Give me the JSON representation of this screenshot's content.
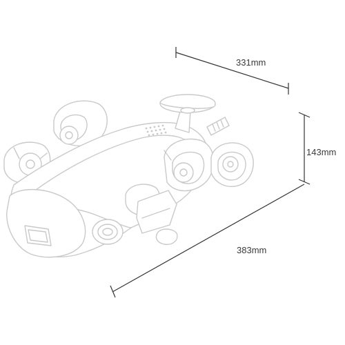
{
  "dimensions": {
    "width": {
      "label": "331mm"
    },
    "height": {
      "label": "143mm"
    },
    "length": {
      "label": "383mm"
    }
  },
  "colors": {
    "dimension_line": "#333333",
    "drawing_line": "#c9c9c9",
    "background": "#ffffff",
    "label_text": "#3a3a3a"
  },
  "illustration": {
    "icon": "underwater-drone-line-drawing"
  }
}
